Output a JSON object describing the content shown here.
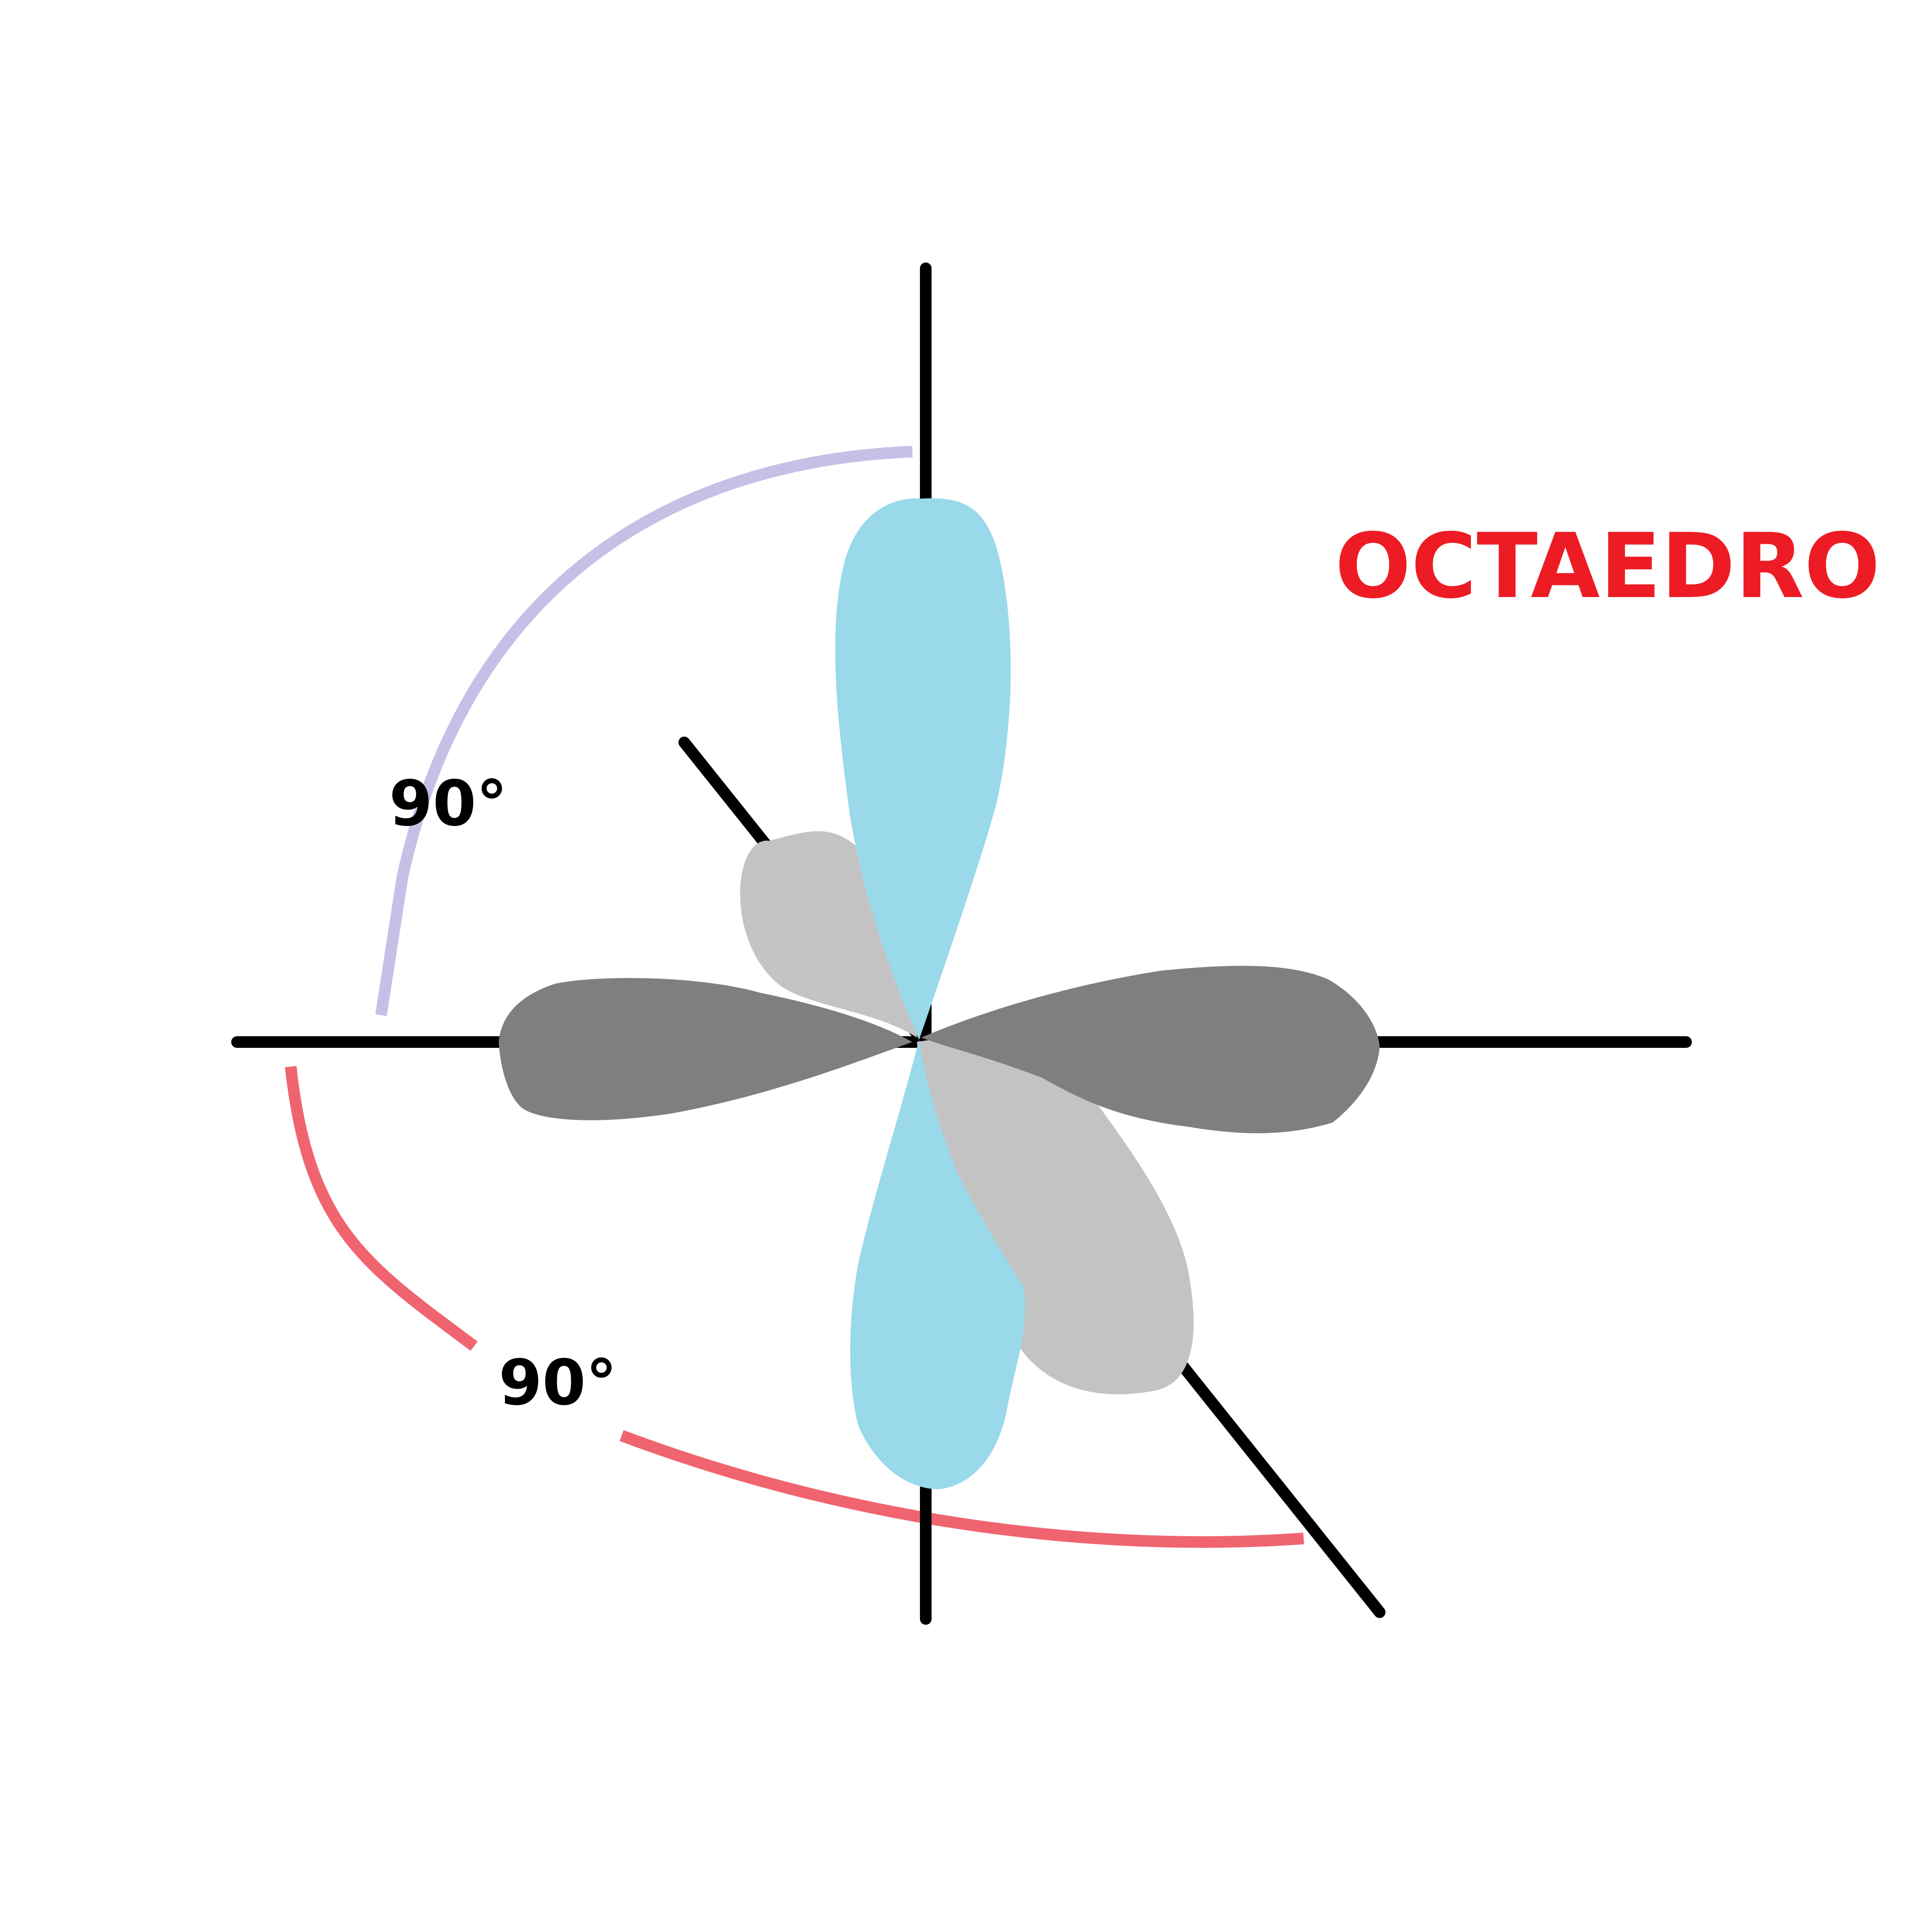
{
  "title": "OCTAEDRO",
  "angles": {
    "upper_label": "90°",
    "lower_label": "90°"
  },
  "colors": {
    "title": "#ED1C24",
    "axis": "#000000",
    "lobe_vertical": "#99D9EA",
    "lobe_horizontal": "#7F7F7F",
    "lobe_diagonal": "#C3C3C3",
    "arc_upper": "#C8BFE7",
    "arc_lower": "#F06470",
    "label": "#000000"
  }
}
